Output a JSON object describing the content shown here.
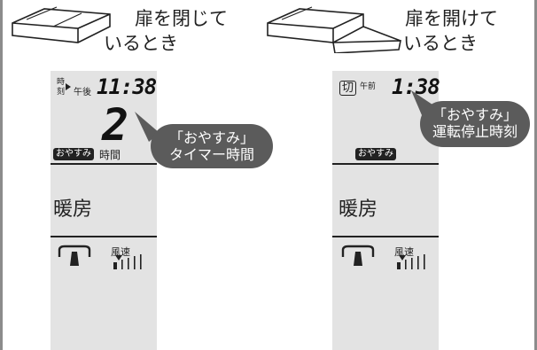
{
  "left": {
    "heading_line1": "扉を閉じて",
    "heading_line2": "いるとき",
    "display": {
      "clock_label_top": "時",
      "clock_label_bottom": "刻",
      "ampm": "午後",
      "time": "11:38",
      "timer_digit": "2",
      "oyasumi_badge": "おやすみ",
      "timer_unit": "時間",
      "mode": "暖房",
      "fan_label": "風速"
    },
    "callout_line1": "「おやすみ」",
    "callout_line2": "タイマー時間"
  },
  "right": {
    "heading_line1": "扉を開けて",
    "heading_line2": "いるとき",
    "display": {
      "off_symbol": "切",
      "ampm": "午前",
      "time": "1:38",
      "oyasumi_badge": "おやすみ",
      "mode": "暖房",
      "fan_label": "風速"
    },
    "callout_line1": "「おやすみ」",
    "callout_line2": "運転停止時刻"
  },
  "colors": {
    "lcd_background": "#e3e3e3",
    "callout_background": "#5b5b5b",
    "frame": "#8c8c8c"
  },
  "icons": [
    "remote-closed-door-icon",
    "remote-open-door-icon",
    "louver-icon",
    "fan-speed-bars-icon",
    "fan-indicator-triangle-icon"
  ]
}
